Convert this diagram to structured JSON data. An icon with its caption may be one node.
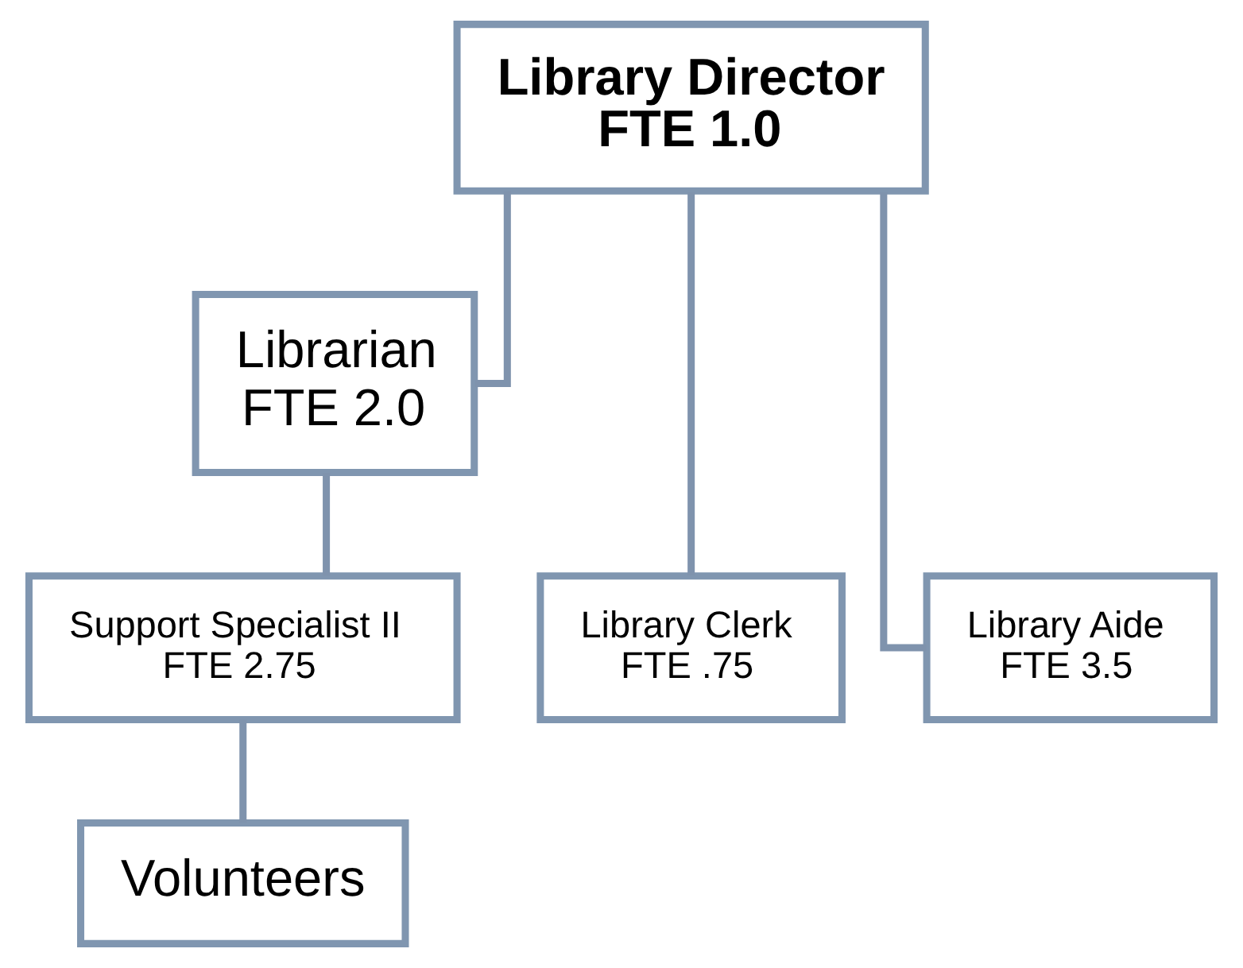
{
  "diagram": {
    "nodes": [
      {
        "text": [
          "Library Director",
          "FTE 1.0"
        ]
      },
      {
        "text": [
          "Librarian",
          "FTE 2.0"
        ]
      },
      {
        "text": [
          "Support Specialist II",
          "FTE 2.75"
        ]
      },
      {
        "text": [
          "Library Clerk",
          "FTE .75"
        ]
      },
      {
        "text": [
          "Library Aide",
          "FTE 3.5"
        ]
      },
      {
        "text": [
          "Volunteers"
        ]
      }
    ],
    "edges": [
      {
        "from": 0,
        "to": 1,
        "arrow": "none"
      },
      {
        "from": 0,
        "to": 3,
        "arrow": "none"
      },
      {
        "from": 0,
        "to": 4,
        "arrow": "none"
      },
      {
        "from": 1,
        "to": 2,
        "arrow": "none"
      },
      {
        "from": 2,
        "to": 5,
        "arrow": "none"
      }
    ]
  }
}
